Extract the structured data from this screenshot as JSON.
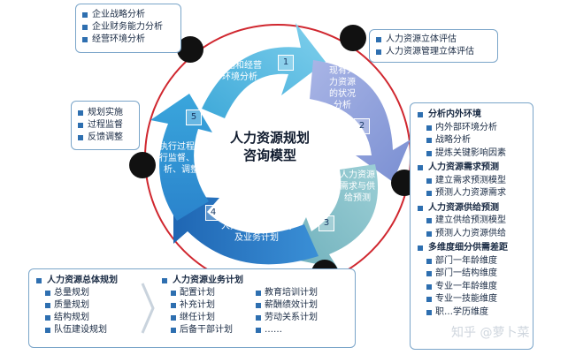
{
  "center_title": [
    "人力资源规划",
    "咨询模型"
  ],
  "steps": [
    {
      "number": "1",
      "label": [
        "战略和经营",
        "环境分析"
      ]
    },
    {
      "number": "2",
      "label": [
        "现有人",
        "力资源",
        "的状况",
        "分析"
      ]
    },
    {
      "number": "3",
      "label": [
        "人力资源",
        "需求与供",
        "给预测"
      ]
    },
    {
      "number": "4",
      "label": [
        "人力资源总体规划",
        "及业务计划"
      ]
    },
    {
      "number": "5",
      "label": [
        "执行过程进",
        "行监督、分",
        "析、调整"
      ]
    }
  ],
  "boxes": {
    "top_left": [
      "企业战略分析",
      "企业财务能力分析",
      "经营环境分析"
    ],
    "top_right": [
      "人力资源立体评估",
      "人力资源管理立体评估"
    ],
    "left": [
      "规划实施",
      "过程监督",
      "反馈调整"
    ],
    "right": [
      {
        "head": "分析内外环境",
        "items": [
          "内外部环境分析",
          "战略分析",
          "提炼关键影响因素"
        ]
      },
      {
        "head": "人力资源需求预测",
        "items": [
          "建立需求预测模型",
          "预测人力资源需求"
        ]
      },
      {
        "head": "人力资源供给预测",
        "items": [
          "建立供给预测模型",
          "预测人力资源供给"
        ]
      },
      {
        "head": "多维度细分供需差距",
        "items": [
          "部门一年龄维度",
          "部门一结构维度",
          "专业一年龄维度",
          "专业一技能维度",
          "职…学历维度"
        ]
      }
    ],
    "bottom": {
      "overall": {
        "head": "人力资源总体规划",
        "items": [
          "总量规划",
          "质量规划",
          "结构规划",
          "队伍建设规划"
        ]
      },
      "business": {
        "head": "人力资源业务计划",
        "col1": [
          "配置计划",
          "补充计划",
          "继任计划",
          "后备干部计划"
        ],
        "col2": [
          "教育培训计划",
          "薪酬绩效计划",
          "劳动关系计划",
          "……"
        ]
      }
    }
  },
  "watermark": "知乎 @萝卜菜",
  "colors": {
    "step1": "#4fb3dc",
    "step2": "#8a9ed9",
    "step3": "#86bfc7",
    "step4": "#2f7fc8",
    "step5": "#2b8fd0",
    "ring": "#d0272f"
  }
}
